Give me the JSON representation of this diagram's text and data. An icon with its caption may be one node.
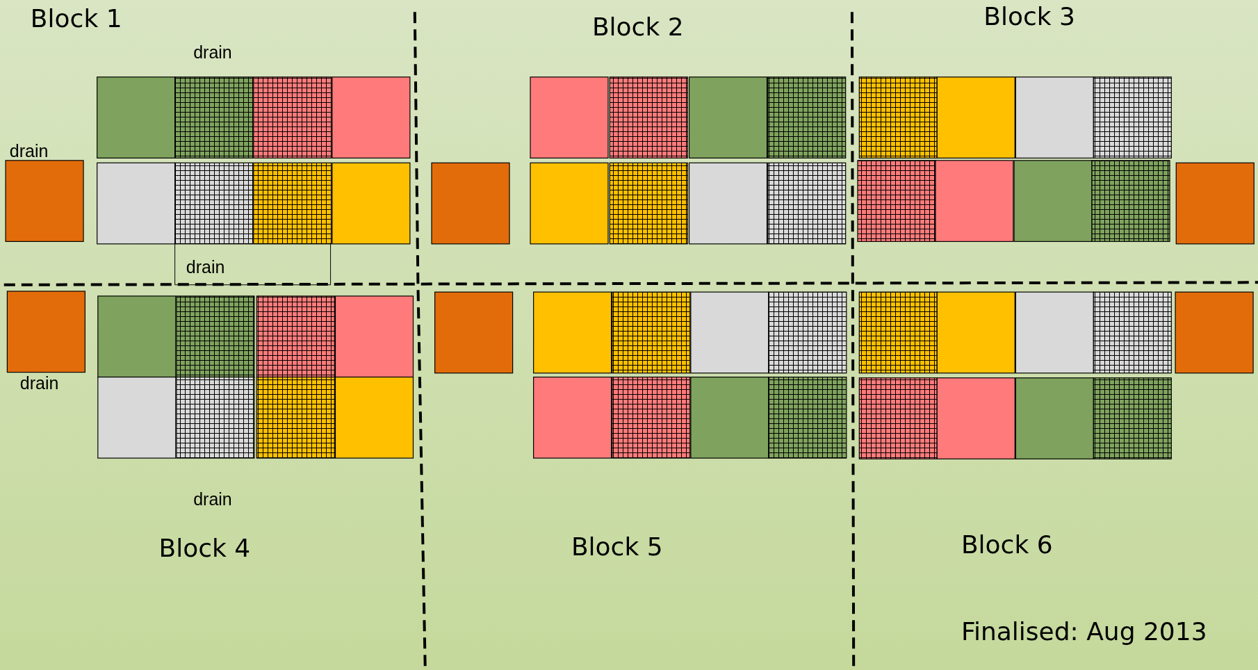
{
  "diagram": {
    "labels": [
      "Block 1",
      "drain",
      "Block 2",
      "Block 3",
      "drain",
      "drain",
      "drain",
      "drain",
      "Block 4",
      "Block 5",
      "Block 6",
      "Finalised: Aug 2013"
    ]
  }
}
